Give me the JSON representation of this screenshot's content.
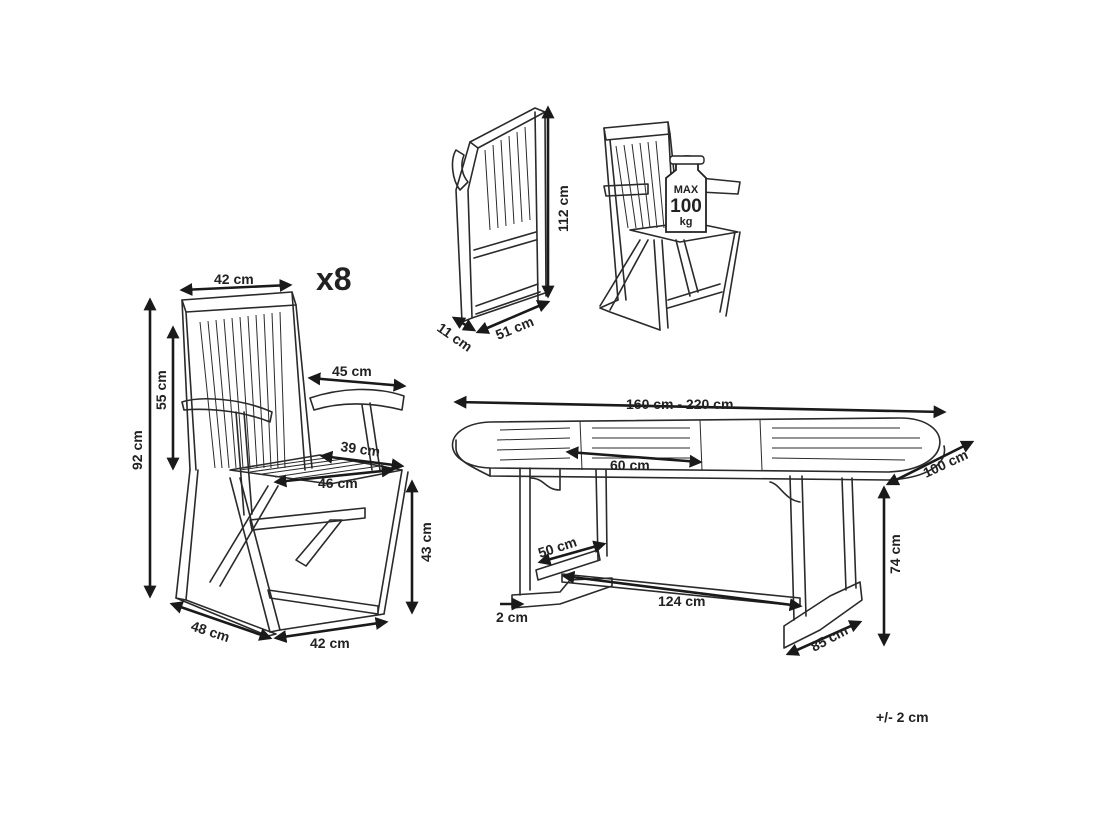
{
  "multiplier": "x8",
  "tolerance": "+/- 2 cm",
  "load_badge": {
    "max": "MAX",
    "value": "100",
    "unit": "kg"
  },
  "chair": {
    "width_top": "42 cm",
    "armrest": "45 cm",
    "seat_depth": "39 cm",
    "seat_width": "46 cm",
    "back_height": "55 cm",
    "total_height": "92 cm",
    "seat_height": "43 cm",
    "base_depth": "48 cm",
    "base_width": "42 cm"
  },
  "folded_chair": {
    "height": "112 cm",
    "depth": "11 cm",
    "width": "51 cm"
  },
  "table": {
    "length": "160 cm - 220 cm",
    "extension": "60 cm",
    "width": "100 cm",
    "height": "74 cm",
    "leg_width": "50 cm",
    "beam_length": "124 cm",
    "foot": "2 cm",
    "base_depth": "85 cm"
  }
}
